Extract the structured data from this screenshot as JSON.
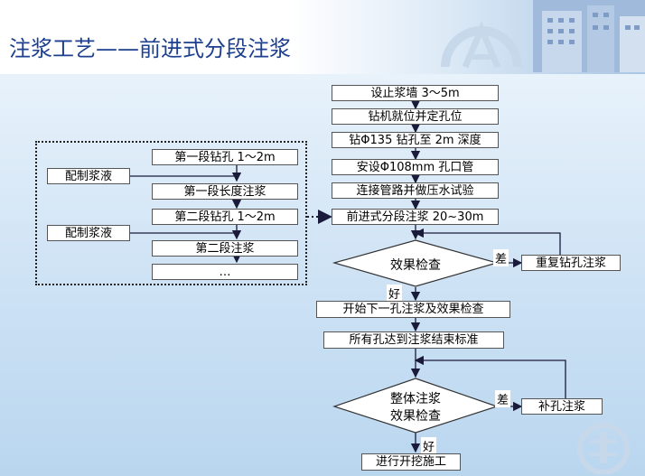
{
  "title": "注浆工艺——前进式分段注浆",
  "main_flow": [
    "设止浆墙 3～5m",
    "钻机就位并定孔位",
    "钻Φ135 钻孔至 2m 深度",
    "安设Φ108mm 孔口管",
    "连接管路并做压水试验",
    "前进式分段注浆 20~30m"
  ],
  "decision1": {
    "label": "效果检查",
    "bad": "差",
    "good": "好",
    "repeat": "重复钻孔注浆"
  },
  "after1": [
    "开始下一孔注浆及效果检查",
    "所有孔达到注浆结束标准"
  ],
  "decision2": {
    "label_line1": "整体注浆",
    "label_line2": "效果检查",
    "bad": "差",
    "good": "好",
    "repair": "补孔注浆"
  },
  "final_step": "进行开挖施工",
  "sub_process": {
    "steps": [
      "第一段钻孔 1～2m",
      "第一段长度注浆",
      "第二段钻孔 1～2m",
      "第二段注浆",
      "…"
    ],
    "prep1": "配制浆液",
    "prep2": "配制浆液"
  },
  "colors": {
    "title": "#1d3f8f",
    "arrow": "#1a1a3a"
  }
}
